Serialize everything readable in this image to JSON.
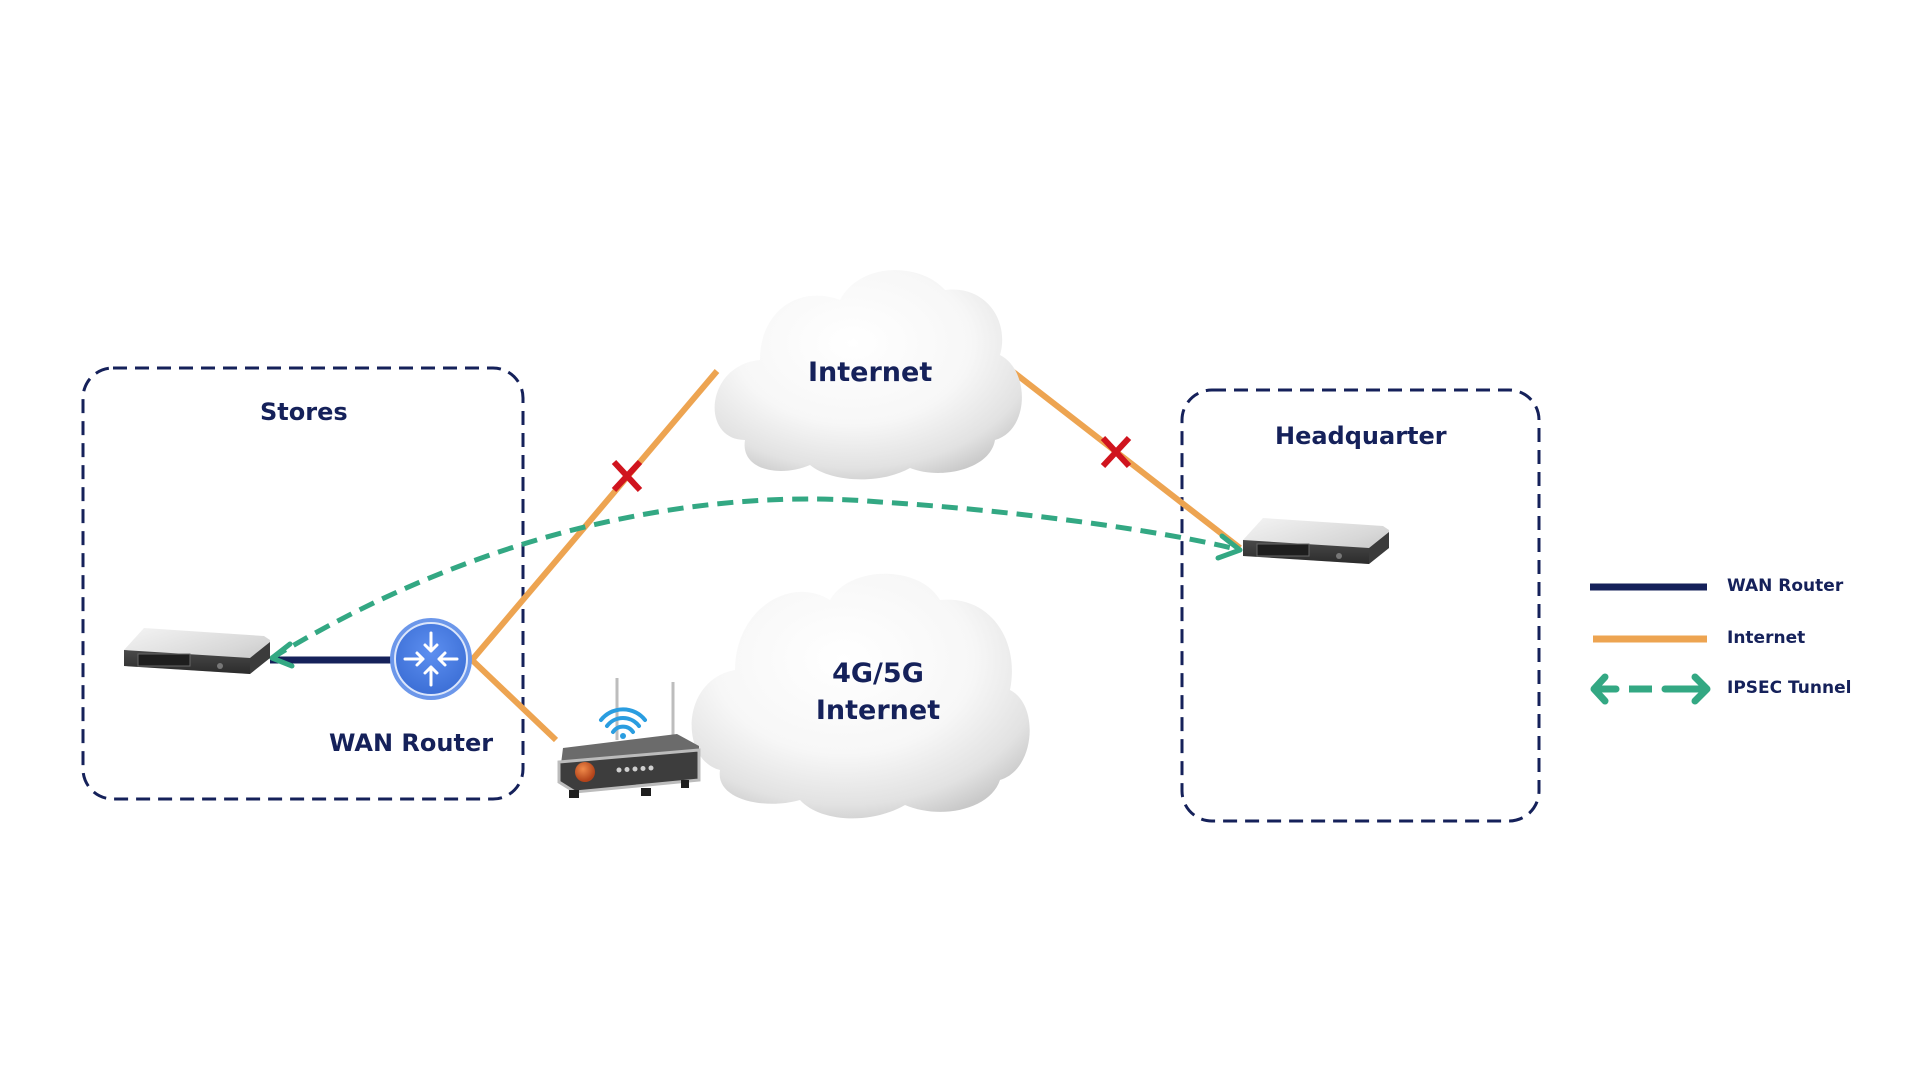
{
  "diagram": {
    "groups": {
      "stores": {
        "title": "Stores"
      },
      "headquarter": {
        "title": "Headquarter"
      }
    },
    "clouds": {
      "internet": {
        "label": "Internet"
      },
      "cellular": {
        "label_line1": "4G/5G",
        "label_line2": "Internet"
      }
    },
    "devices": {
      "wan_router": {
        "label": "WAN Router"
      }
    },
    "links": [
      {
        "from": "wan-router",
        "to": "internet-cloud",
        "type": "Internet",
        "status": "failed"
      },
      {
        "from": "internet-cloud",
        "to": "hq-switch",
        "type": "Internet",
        "status": "failed"
      },
      {
        "from": "wan-router",
        "to": "lte-router",
        "type": "Internet",
        "status": "active"
      },
      {
        "from": "store-switch",
        "to": "wan-router",
        "type": "WAN Router",
        "status": "active"
      },
      {
        "from": "store-switch",
        "to": "hq-switch",
        "type": "IPSEC Tunnel",
        "status": "active"
      }
    ],
    "colors": {
      "navy": "#15215a",
      "internet_orange": "#eda451",
      "ipsec_green": "#33a883",
      "fail_red": "#d0141e",
      "router_blue": "#4a7fe0"
    }
  },
  "legend": {
    "items": [
      {
        "label": "WAN Router",
        "style": "solid-navy"
      },
      {
        "label": "Internet",
        "style": "solid-orange"
      },
      {
        "label": "IPSEC Tunnel",
        "style": "dashed-green-double-arrow"
      }
    ]
  }
}
